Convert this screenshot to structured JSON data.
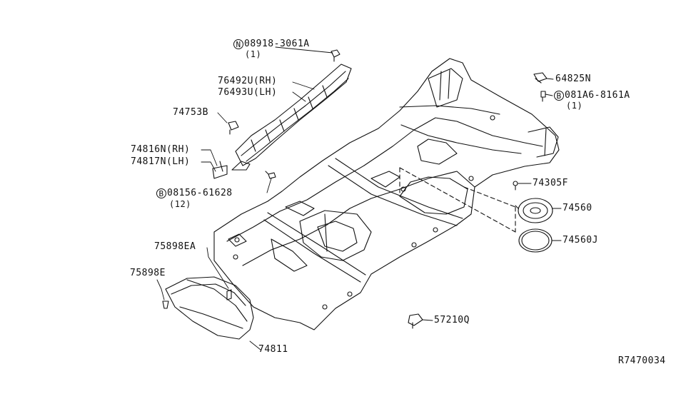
{
  "diagram": {
    "reference": "R7470034",
    "labels": {
      "p08918": {
        "prefix": "N",
        "code": "08918-3061A",
        "qty": "(1)"
      },
      "p76492U": "76492U(RH)",
      "p76493U": "76493U(LH)",
      "p74753B": "74753B",
      "p74816N": "74816N(RH)",
      "p74817N": "74817N(LH)",
      "p08156": {
        "prefix": "B",
        "code": "08156-61628",
        "qty": "(12)"
      },
      "p75898EA": "75898EA",
      "p75898E": "75898E",
      "p74811": "74811",
      "p64825N": "64825N",
      "p081A6": {
        "prefix": "B",
        "code": "081A6-8161A",
        "qty": "(1)"
      },
      "p74305F": "74305F",
      "p74560": "74560",
      "p74560J": "74560J",
      "p57210Q": "57210Q"
    }
  }
}
